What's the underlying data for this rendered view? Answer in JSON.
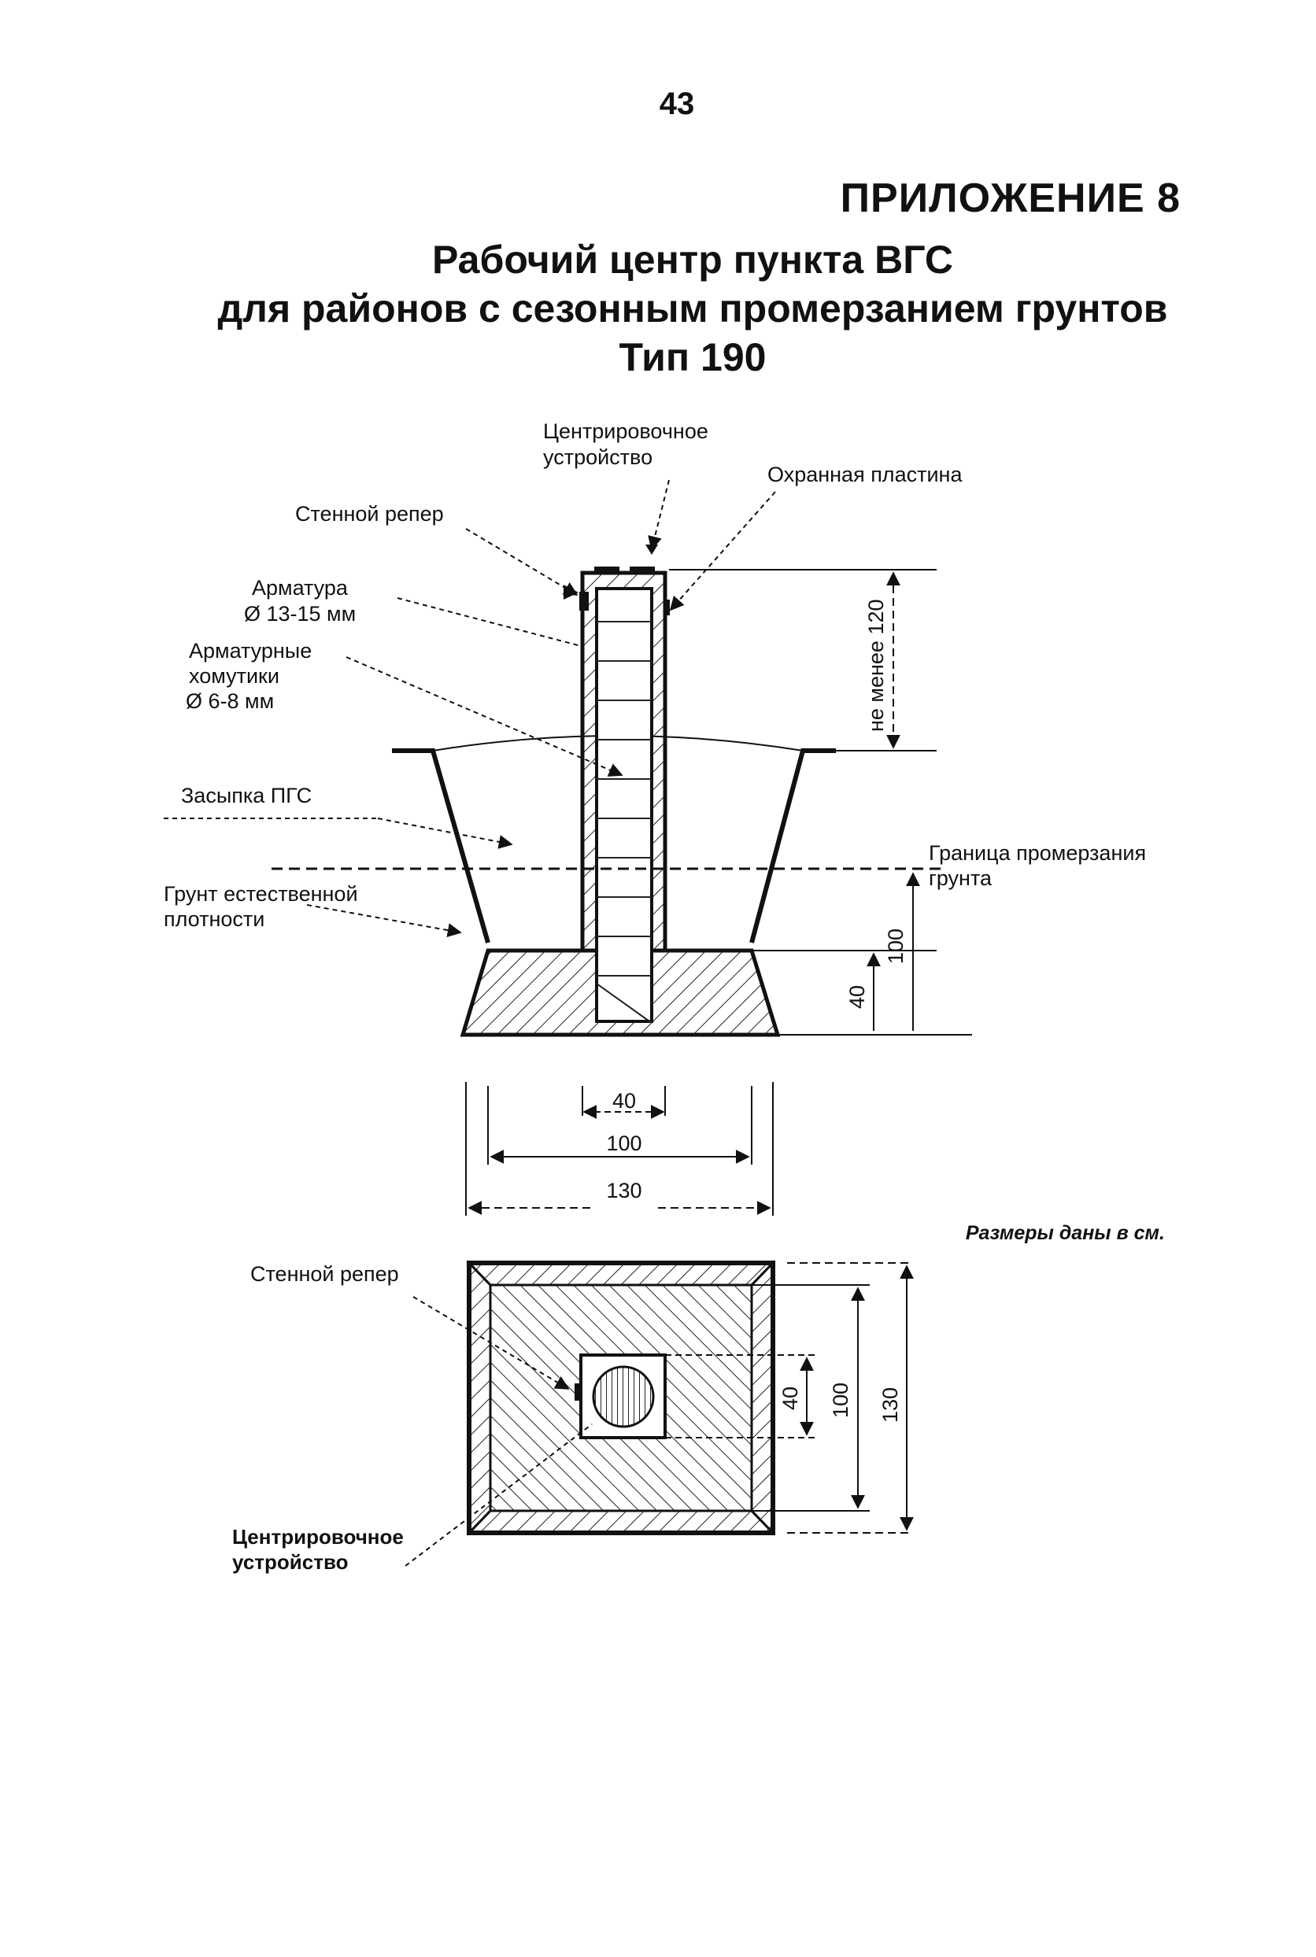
{
  "page": {
    "number": "43",
    "appendix": "ПРИЛОЖЕНИЕ 8",
    "title_lines": [
      "Рабочий центр пункта ВГС",
      "для районов с сезонным промерзанием грунтов",
      "Тип 190"
    ]
  },
  "section_view": {
    "labels": {
      "centering_device": [
        "Центрировочное",
        "устройство"
      ],
      "protective_plate": "Охранная пластина",
      "wall_benchmark": "Стенной репер",
      "rebar": [
        "Арматура",
        "Ø 13-15 мм"
      ],
      "stirrups": [
        "Арматурные",
        "хомутики",
        "Ø 6-8 мм"
      ],
      "backfill": "Засыпка ПГС",
      "natural_soil": [
        "Грунт естественной",
        "плотности"
      ],
      "frost_boundary": [
        "Граница промерзания",
        "грунта"
      ]
    },
    "dimensions": {
      "height_above_ground": "не менее 120",
      "below_frost": "100",
      "base_height": "40",
      "column_width": "40",
      "base_top_width": "100",
      "base_bottom_width": "130"
    }
  },
  "plan_view": {
    "labels": {
      "wall_benchmark": "Стенной репер",
      "centering_device": [
        "Центрировочное",
        "устройство"
      ]
    },
    "dimensions": {
      "inner": "40",
      "middle": "100",
      "outer": "130"
    }
  },
  "note": "Размеры даны в см."
}
